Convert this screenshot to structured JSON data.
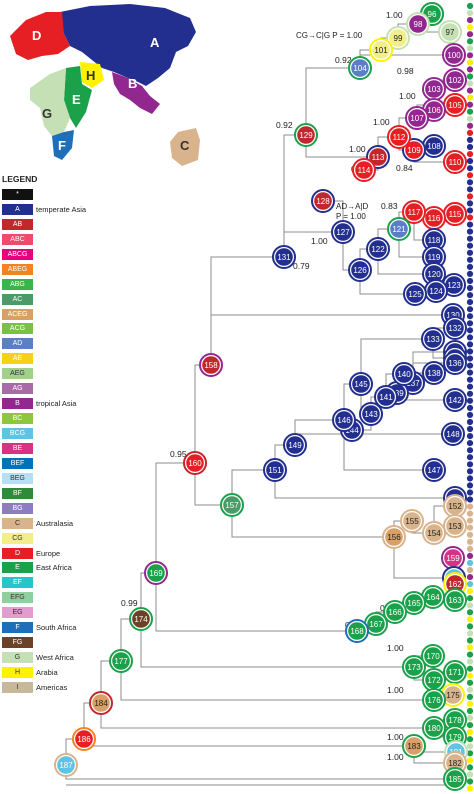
{
  "map_regions": [
    {
      "code": "A",
      "color": "#232f8e"
    },
    {
      "code": "B",
      "color": "#92278f"
    },
    {
      "code": "C",
      "color": "#d9b38c"
    },
    {
      "code": "D",
      "color": "#e51f24"
    },
    {
      "code": "E",
      "color": "#1aa14a"
    },
    {
      "code": "F",
      "color": "#1f6fb8"
    },
    {
      "code": "G",
      "color": "#c5e0b4"
    },
    {
      "code": "H",
      "color": "#fff200"
    }
  ],
  "legend": {
    "title": "LEGEND",
    "items": [
      {
        "code": "*",
        "label": "",
        "color": "#111111"
      },
      {
        "code": "A",
        "label": "temperate Asia",
        "color": "#232f8e"
      },
      {
        "code": "AB",
        "label": "",
        "color": "#c1272d"
      },
      {
        "code": "ABC",
        "label": "",
        "color": "#ef4a6b"
      },
      {
        "code": "ABCG",
        "label": "",
        "color": "#e6007e"
      },
      {
        "code": "ABEG",
        "label": "",
        "color": "#f58220"
      },
      {
        "code": "ABG",
        "label": "",
        "color": "#39b54a"
      },
      {
        "code": "AC",
        "label": "",
        "color": "#4a9a6a"
      },
      {
        "code": "ACEG",
        "label": "",
        "color": "#d9a066"
      },
      {
        "code": "ACG",
        "label": "",
        "color": "#7ac143"
      },
      {
        "code": "AD",
        "label": "",
        "color": "#5b7fc7"
      },
      {
        "code": "AE",
        "label": "",
        "color": "#f7d117"
      },
      {
        "code": "AEG",
        "label": "",
        "color": "#9fd18b"
      },
      {
        "code": "AG",
        "label": "",
        "color": "#a86ba8"
      },
      {
        "code": "B",
        "label": "tropical Asia",
        "color": "#92278f"
      },
      {
        "code": "BC",
        "label": "",
        "color": "#8dc63f"
      },
      {
        "code": "BCG",
        "label": "",
        "color": "#5fc3e4"
      },
      {
        "code": "BE",
        "label": "",
        "color": "#d63384"
      },
      {
        "code": "BEF",
        "label": "",
        "color": "#0072bc"
      },
      {
        "code": "BEG",
        "label": "",
        "color": "#b5dff3"
      },
      {
        "code": "BF",
        "label": "",
        "color": "#2e8b3a"
      },
      {
        "code": "BG",
        "label": "",
        "color": "#8e7cc3"
      },
      {
        "code": "C",
        "label": "Australasia",
        "color": "#d9b38c"
      },
      {
        "code": "CG",
        "label": "",
        "color": "#f2ee8b"
      },
      {
        "code": "D",
        "label": "Europe",
        "color": "#e51f24"
      },
      {
        "code": "E",
        "label": "East Africa",
        "color": "#1aa14a"
      },
      {
        "code": "EF",
        "label": "",
        "color": "#29c4c9"
      },
      {
        "code": "EFG",
        "label": "",
        "color": "#8fd19e"
      },
      {
        "code": "EG",
        "label": "",
        "color": "#e59ad0"
      },
      {
        "code": "F",
        "label": "South Africa",
        "color": "#1f6fb8"
      },
      {
        "code": "FG",
        "label": "",
        "color": "#6b4226"
      },
      {
        "code": "G",
        "label": "West Africa",
        "color": "#c5e0b4"
      },
      {
        "code": "H",
        "label": "Arabia",
        "color": "#fff200"
      },
      {
        "code": "I",
        "label": "Americas",
        "color": "#c8b89a"
      }
    ]
  },
  "annotations": [
    {
      "text": "CG→C|G P = 1.00"
    },
    {
      "text": "AD→A|D"
    },
    {
      "text": "P = 1.00"
    }
  ],
  "nodes": [
    {
      "id": "95",
      "color": "#1aa14a",
      "inner": "#1aa14a"
    },
    {
      "id": "96",
      "color": "#1aa14a",
      "inner": "#1aa14a"
    },
    {
      "id": "97",
      "color": "#c5e0b4",
      "inner": "#c5e0b4"
    },
    {
      "id": "98",
      "color": "#c5e0b4",
      "inner": "#92278f"
    },
    {
      "id": "99",
      "color": "#c5e0b4",
      "inner": "#f2ee8b"
    },
    {
      "id": "100",
      "color": "#92278f",
      "inner": "#92278f"
    },
    {
      "id": "101",
      "color": "#fff200",
      "inner": "#f2ee8b"
    },
    {
      "id": "102",
      "color": "#92278f",
      "inner": "#92278f"
    },
    {
      "id": "103",
      "color": "#92278f",
      "inner": "#92278f"
    },
    {
      "id": "104",
      "color": "#1aa14a",
      "inner": "#5b7fc7"
    },
    {
      "id": "105",
      "color": "#e51f24",
      "inner": "#e51f24"
    },
    {
      "id": "106",
      "color": "#92278f",
      "inner": "#92278f"
    },
    {
      "id": "107",
      "color": "#92278f",
      "inner": "#92278f"
    },
    {
      "id": "108",
      "color": "#232f8e",
      "inner": "#232f8e"
    },
    {
      "id": "109",
      "color": "#232f8e",
      "inner": "#e51f24"
    },
    {
      "id": "110",
      "color": "#e51f24",
      "inner": "#e51f24"
    },
    {
      "id": "111",
      "color": "#e51f24",
      "inner": "#e51f24"
    },
    {
      "id": "112",
      "color": "#e51f24",
      "inner": "#e51f24"
    },
    {
      "id": "113",
      "color": "#232f8e",
      "inner": "#c1272d"
    },
    {
      "id": "114",
      "color": "#e51f24",
      "inner": "#e51f24"
    },
    {
      "id": "115",
      "color": "#e51f24",
      "inner": "#e51f24"
    },
    {
      "id": "116",
      "color": "#e51f24",
      "inner": "#e51f24"
    },
    {
      "id": "117",
      "color": "#e51f24",
      "inner": "#e51f24"
    },
    {
      "id": "118",
      "color": "#232f8e",
      "inner": "#232f8e"
    },
    {
      "id": "119",
      "color": "#232f8e",
      "inner": "#232f8e"
    },
    {
      "id": "120",
      "color": "#232f8e",
      "inner": "#232f8e"
    },
    {
      "id": "121",
      "color": "#1aa14a",
      "inner": "#5b7fc7"
    },
    {
      "id": "122",
      "color": "#232f8e",
      "inner": "#232f8e"
    },
    {
      "id": "123",
      "color": "#232f8e",
      "inner": "#232f8e"
    },
    {
      "id": "124",
      "color": "#232f8e",
      "inner": "#232f8e"
    },
    {
      "id": "125",
      "color": "#232f8e",
      "inner": "#232f8e"
    },
    {
      "id": "126",
      "color": "#232f8e",
      "inner": "#232f8e"
    },
    {
      "id": "127",
      "color": "#232f8e",
      "inner": "#232f8e"
    },
    {
      "id": "128",
      "color": "#232f8e",
      "inner": "#c1272d"
    },
    {
      "id": "129",
      "color": "#1aa14a",
      "inner": "#c1272d"
    },
    {
      "id": "130",
      "color": "#232f8e",
      "inner": "#232f8e"
    },
    {
      "id": "131",
      "color": "#232f8e",
      "inner": "#232f8e"
    },
    {
      "id": "132",
      "color": "#232f8e",
      "inner": "#232f8e"
    },
    {
      "id": "133",
      "color": "#232f8e",
      "inner": "#232f8e"
    },
    {
      "id": "134",
      "color": "#232f8e",
      "inner": "#232f8e"
    },
    {
      "id": "135",
      "color": "#232f8e",
      "inner": "#232f8e"
    },
    {
      "id": "136",
      "color": "#232f8e",
      "inner": "#232f8e"
    },
    {
      "id": "137",
      "color": "#232f8e",
      "inner": "#232f8e"
    },
    {
      "id": "138",
      "color": "#232f8e",
      "inner": "#232f8e"
    },
    {
      "id": "139",
      "color": "#232f8e",
      "inner": "#232f8e"
    },
    {
      "id": "140",
      "color": "#232f8e",
      "inner": "#232f8e"
    },
    {
      "id": "141",
      "color": "#232f8e",
      "inner": "#232f8e"
    },
    {
      "id": "142",
      "color": "#232f8e",
      "inner": "#232f8e"
    },
    {
      "id": "143",
      "color": "#232f8e",
      "inner": "#232f8e"
    },
    {
      "id": "144",
      "color": "#232f8e",
      "inner": "#232f8e"
    },
    {
      "id": "145",
      "color": "#232f8e",
      "inner": "#232f8e"
    },
    {
      "id": "146",
      "color": "#232f8e",
      "inner": "#232f8e"
    },
    {
      "id": "147",
      "color": "#232f8e",
      "inner": "#232f8e"
    },
    {
      "id": "148",
      "color": "#232f8e",
      "inner": "#232f8e"
    },
    {
      "id": "149",
      "color": "#232f8e",
      "inner": "#232f8e"
    },
    {
      "id": "150",
      "color": "#232f8e",
      "inner": "#232f8e"
    },
    {
      "id": "151",
      "color": "#232f8e",
      "inner": "#232f8e"
    },
    {
      "id": "152",
      "color": "#d9b38c",
      "inner": "#d9b38c"
    },
    {
      "id": "153",
      "color": "#d9b38c",
      "inner": "#d9b38c"
    },
    {
      "id": "154",
      "color": "#d9b38c",
      "inner": "#d9b38c"
    },
    {
      "id": "155",
      "color": "#d9b38c",
      "inner": "#d9b38c"
    },
    {
      "id": "156",
      "color": "#d9b38c",
      "inner": "#d9a066"
    },
    {
      "id": "157",
      "color": "#1aa14a",
      "inner": "#4a9a6a"
    },
    {
      "id": "158",
      "color": "#92278f",
      "inner": "#c1272d"
    },
    {
      "id": "159",
      "color": "#92278f",
      "inner": "#d63384"
    },
    {
      "id": "160",
      "color": "#c1272d",
      "inner": "#e51f24"
    },
    {
      "id": "161",
      "color": "#232f8e",
      "inner": "#5fc3e4"
    },
    {
      "id": "162",
      "color": "#fff200",
      "inner": "#c1272d"
    },
    {
      "id": "163",
      "color": "#1aa14a",
      "inner": "#1aa14a"
    },
    {
      "id": "164",
      "color": "#1aa14a",
      "inner": "#1aa14a"
    },
    {
      "id": "165",
      "color": "#1aa14a",
      "inner": "#1aa14a"
    },
    {
      "id": "166",
      "color": "#1aa14a",
      "inner": "#1aa14a"
    },
    {
      "id": "167",
      "color": "#1aa14a",
      "inner": "#1aa14a"
    },
    {
      "id": "168",
      "color": "#1f6fb8",
      "inner": "#1aa14a"
    },
    {
      "id": "169",
      "color": "#92278f",
      "inner": "#1aa14a"
    },
    {
      "id": "170",
      "color": "#1aa14a",
      "inner": "#1aa14a"
    },
    {
      "id": "171",
      "color": "#1aa14a",
      "inner": "#1aa14a"
    },
    {
      "id": "172",
      "color": "#1aa14a",
      "inner": "#1aa14a"
    },
    {
      "id": "173",
      "color": "#1aa14a",
      "inner": "#1aa14a"
    },
    {
      "id": "174",
      "color": "#1aa14a",
      "inner": "#6b4226"
    },
    {
      "id": "175",
      "color": "#fff200",
      "inner": "#d9b38c"
    },
    {
      "id": "176",
      "color": "#1aa14a",
      "inner": "#1aa14a"
    },
    {
      "id": "177",
      "color": "#1aa14a",
      "inner": "#1aa14a"
    },
    {
      "id": "178",
      "color": "#1aa14a",
      "inner": "#1aa14a"
    },
    {
      "id": "179",
      "color": "#1aa14a",
      "inner": "#1aa14a"
    },
    {
      "id": "180",
      "color": "#1aa14a",
      "inner": "#1aa14a"
    },
    {
      "id": "181",
      "color": "#c5e0b4",
      "inner": "#5fc3e4"
    },
    {
      "id": "182",
      "color": "#d9b38c",
      "inner": "#d9b38c"
    },
    {
      "id": "183",
      "color": "#1aa14a",
      "inner": "#d9a066"
    },
    {
      "id": "184",
      "color": "#c1272d",
      "inner": "#d9a066"
    },
    {
      "id": "185",
      "color": "#1aa14a",
      "inner": "#1aa14a"
    },
    {
      "id": "186",
      "color": "#f58220",
      "inner": "#e51f24"
    },
    {
      "id": "187",
      "color": "#d9b38c",
      "inner": "#5fc3e4"
    }
  ],
  "support_values": [
    "1.00",
    "1.00",
    "0.92",
    "0.98",
    "1.00",
    "1.00",
    "0.92",
    "1.00",
    "0.86",
    "0.84",
    "0.83",
    "1.00",
    "0.79",
    "0.95",
    "0.99",
    "0.73",
    "0.85",
    "1.00",
    "1.00",
    "1.00",
    "1.00"
  ]
}
